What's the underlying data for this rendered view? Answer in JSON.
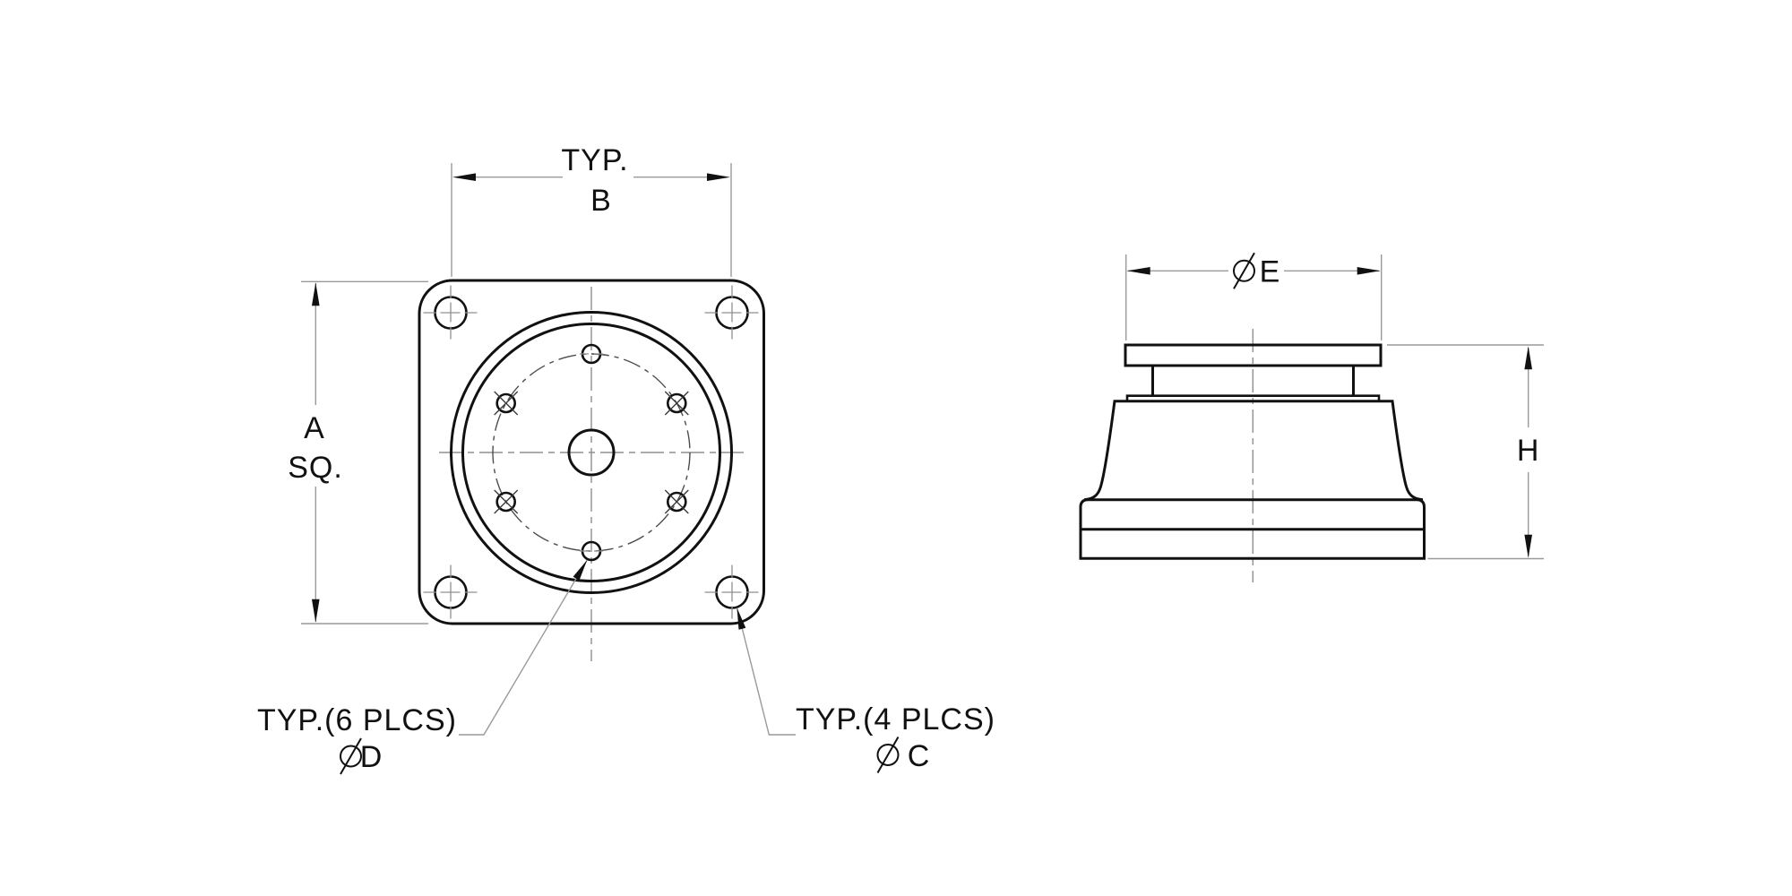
{
  "page": {
    "background": "#ffffff"
  },
  "drawing": {
    "stroke_color": "#111111",
    "dim_color": "#9a9a9a",
    "centerline_color": "#8f8f8f",
    "front_view": {
      "dim_b": {
        "prefix": "TYP.",
        "letter": "B"
      },
      "dim_a": {
        "letter": "A",
        "suffix": "SQ."
      },
      "note_d": {
        "note": "TYP.(6 PLCS)",
        "symbol": "⌀",
        "letter": "D"
      },
      "note_c": {
        "note": "TYP.(4 PLCS)",
        "symbol": "⌀",
        "letter": "C"
      }
    },
    "side_view": {
      "dim_e": {
        "symbol": "⌀",
        "letter": "E"
      },
      "dim_h": {
        "letter": "H"
      }
    }
  }
}
